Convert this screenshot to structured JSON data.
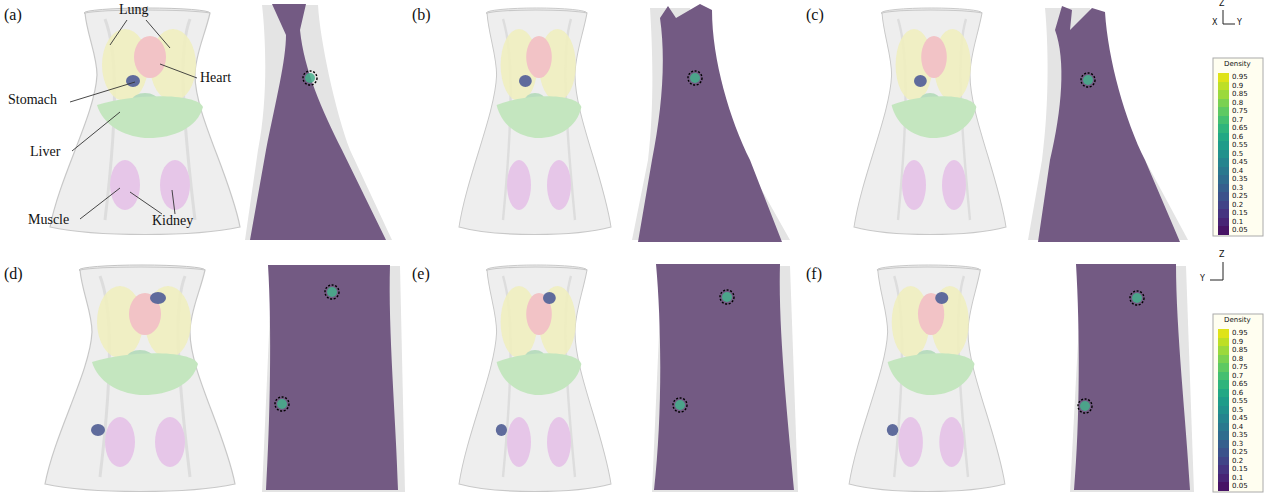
{
  "diagram": {
    "labels": [
      "(a)",
      "Lung",
      "Heart",
      "Stomach",
      "Liver",
      "Muscle",
      "Kidney",
      "(b)",
      "(c)",
      "Z",
      "X",
      "Y",
      "Density",
      "(d)",
      "(e)",
      "(f)",
      "Z",
      "Y",
      "Density"
    ],
    "legend": [
      {
        "text": "0.95",
        "color": "#dfe318"
      },
      {
        "text": "0.9",
        "color": "#bddf26"
      },
      {
        "text": "0.85",
        "color": "#9bd93c"
      },
      {
        "text": "0.8",
        "color": "#7ad151"
      },
      {
        "text": "0.75",
        "color": "#5ec962"
      },
      {
        "text": "0.7",
        "color": "#44bf70"
      },
      {
        "text": "0.65",
        "color": "#2fb47c"
      },
      {
        "text": "0.6",
        "color": "#22a884"
      },
      {
        "text": "0.55",
        "color": "#1e9c89"
      },
      {
        "text": "0.5",
        "color": "#21918c"
      },
      {
        "text": "0.45",
        "color": "#25848e"
      },
      {
        "text": "0.4",
        "color": "#2a788e"
      },
      {
        "text": "0.35",
        "color": "#2f6c8e"
      },
      {
        "text": "0.3",
        "color": "#355f8d"
      },
      {
        "text": "0.25",
        "color": "#3b528b"
      },
      {
        "text": "0.2",
        "color": "#414487"
      },
      {
        "text": "0.15",
        "color": "#463480"
      },
      {
        "text": "0.1",
        "color": "#482475"
      },
      {
        "text": "0.05",
        "color": "#471365"
      },
      {
        "text": "0.95",
        "color": "#dfe318"
      },
      {
        "text": "0.9",
        "color": "#bddf26"
      },
      {
        "text": "0.85",
        "color": "#9bd93c"
      },
      {
        "text": "0.8",
        "color": "#7ad151"
      },
      {
        "text": "0.75",
        "color": "#5ec962"
      },
      {
        "text": "0.7",
        "color": "#44bf70"
      },
      {
        "text": "0.65",
        "color": "#2fb47c"
      },
      {
        "text": "0.6",
        "color": "#22a884"
      },
      {
        "text": "0.55",
        "color": "#1e9c89"
      },
      {
        "text": "0.5",
        "color": "#21918c"
      },
      {
        "text": "0.45",
        "color": "#25848e"
      },
      {
        "text": "0.4",
        "color": "#2a788e"
      },
      {
        "text": "0.35",
        "color": "#2f6c8e"
      },
      {
        "text": "0.3",
        "color": "#355f8d"
      },
      {
        "text": "0.25",
        "color": "#3b528b"
      },
      {
        "text": "0.2",
        "color": "#414487"
      },
      {
        "text": "0.15",
        "color": "#463480"
      },
      {
        "text": "0.1",
        "color": "#482475"
      },
      {
        "text": "0.05",
        "color": "#471365"
      }
    ]
  }
}
